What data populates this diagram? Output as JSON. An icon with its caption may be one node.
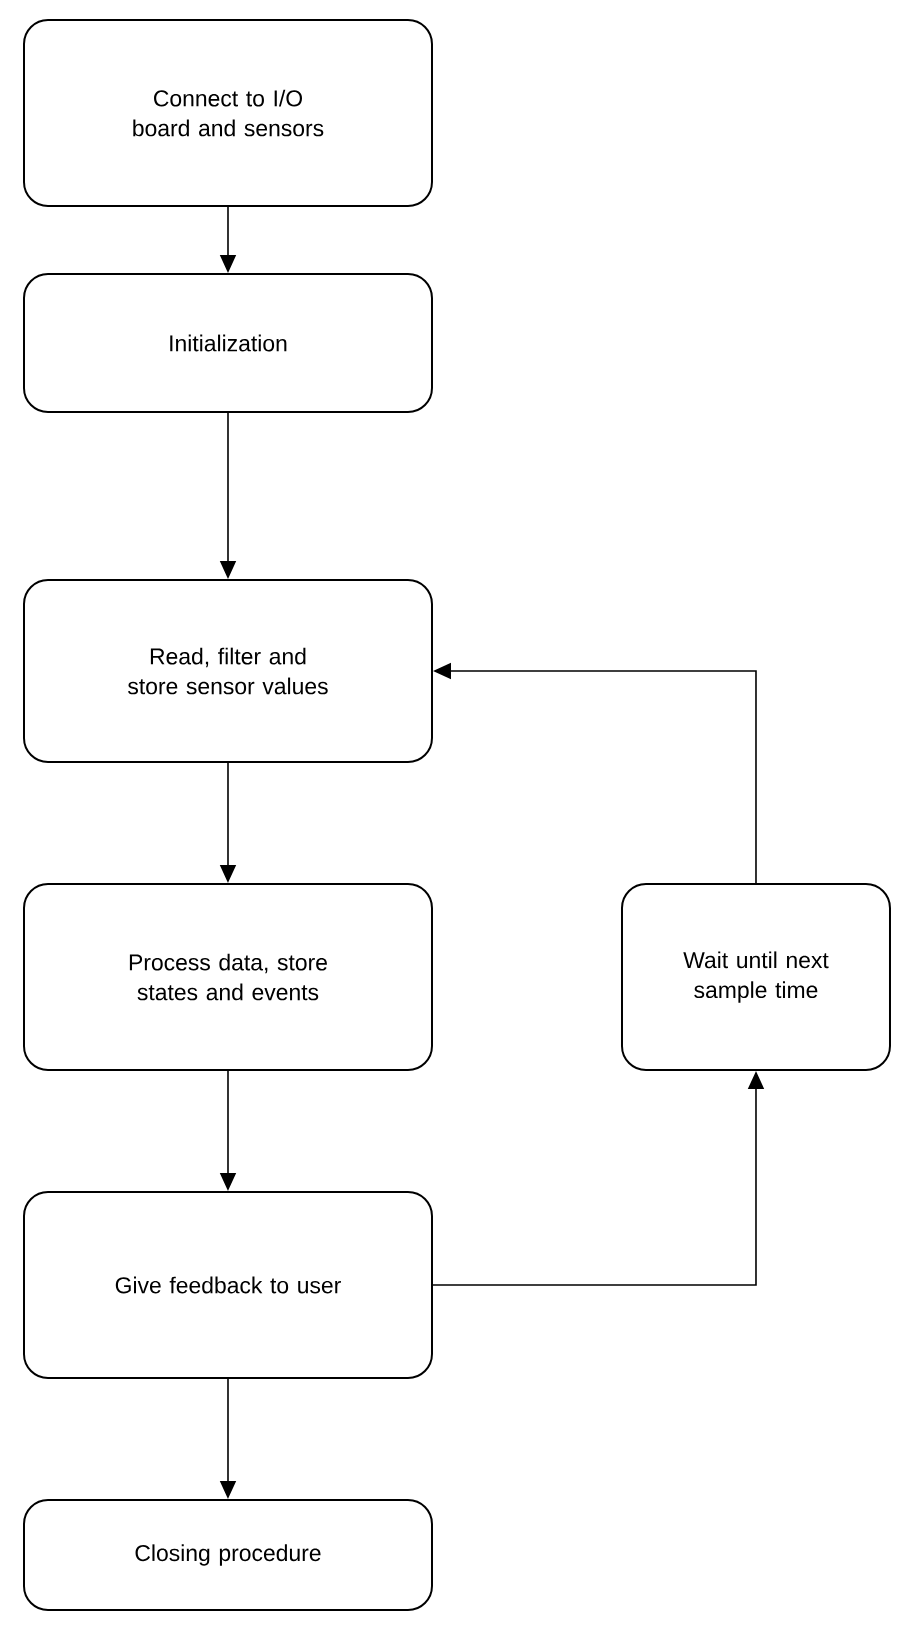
{
  "diagram": {
    "nodes": [
      {
        "text": [
          "Connect to I/O board and sensors"
        ]
      },
      {
        "text": [
          "Initialization"
        ]
      },
      {
        "text": [
          "Read, filter and store sensor values"
        ]
      },
      {
        "text": [
          "Process data, store states and events"
        ]
      },
      {
        "text": [
          "Wait until next sample time"
        ]
      },
      {
        "text": [
          "Give feedback to user"
        ]
      },
      {
        "text": [
          "Closing procedure"
        ]
      }
    ],
    "edges": [
      {
        "from": 0,
        "to": 1,
        "arrow": "to"
      },
      {
        "from": 1,
        "to": 2,
        "arrow": "to"
      },
      {
        "from": 2,
        "to": 3,
        "arrow": "to"
      },
      {
        "from": 3,
        "to": 5,
        "arrow": "to"
      },
      {
        "from": 5,
        "to": 4,
        "arrow": "to"
      },
      {
        "from": 4,
        "to": 2,
        "arrow": "to"
      },
      {
        "from": 5,
        "to": 6,
        "arrow": "to"
      }
    ]
  }
}
